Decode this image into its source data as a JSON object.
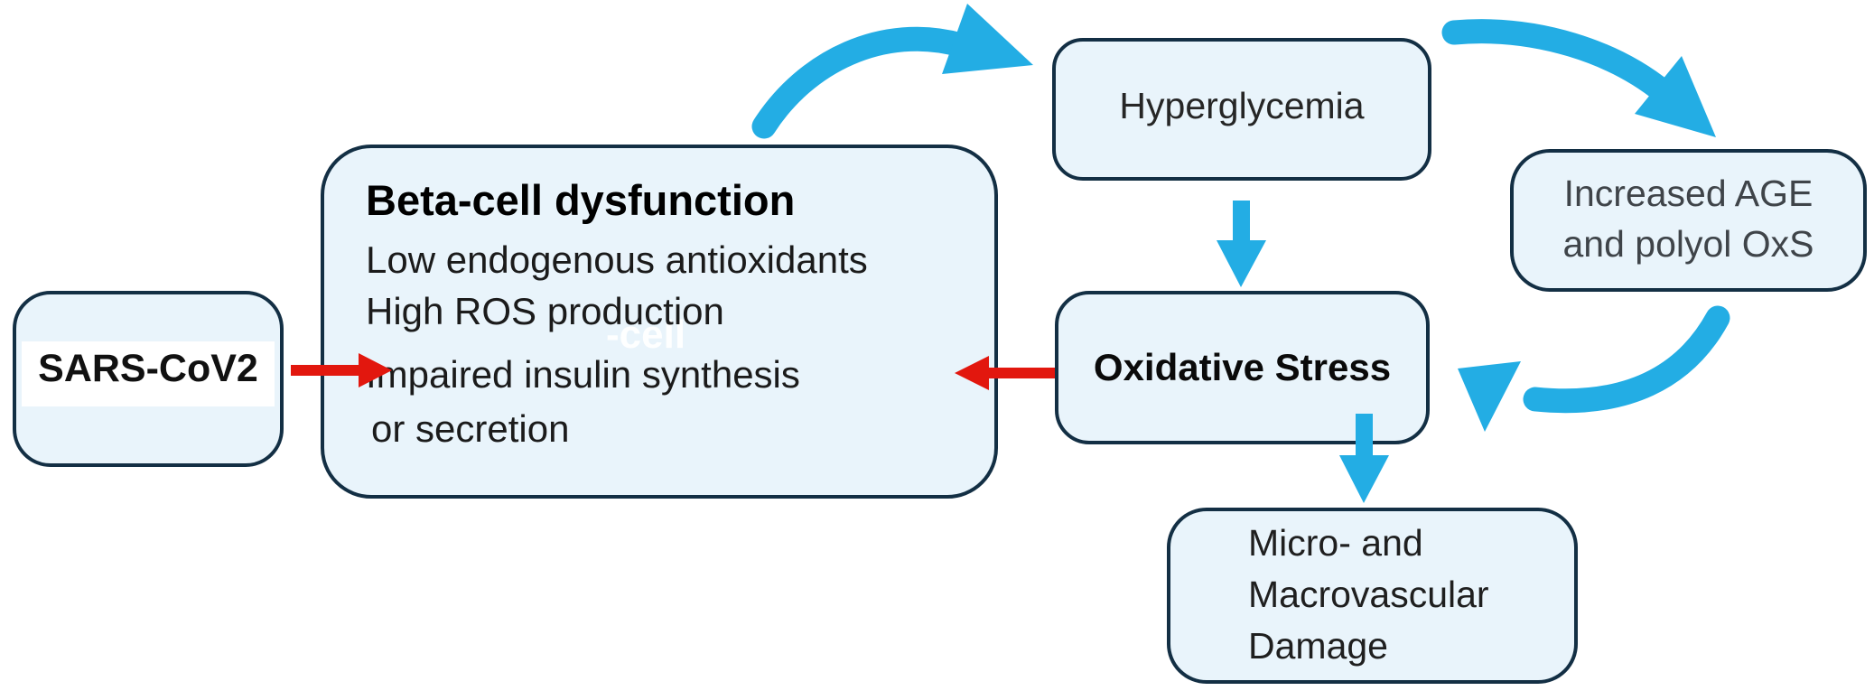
{
  "diagram": {
    "type": "flowchart",
    "topic": "SARS-CoV2, beta-cell dysfunction and oxidative stress pathway"
  },
  "colors": {
    "box_fill": "#e9f4fb",
    "box_border": "#132f44",
    "blue_arrow": "#23ade4",
    "red_arrow": "#e2170e"
  },
  "boxes": {
    "sars": {
      "label": "SARS-CoV2"
    },
    "beta": {
      "title": "Beta-cell dysfunction",
      "lines": [
        "Low endogenous antioxidants",
        "High ROS production",
        "Impaired insulin synthesis",
        "or secretion"
      ],
      "ghost_text": "-cell"
    },
    "hyperglycemia": {
      "label": "Hyperglycemia"
    },
    "oxidative": {
      "label": "Oxidative Stress"
    },
    "age": {
      "line1": "Increased AGE",
      "line2": "and polyol OxS"
    },
    "vascular": {
      "lines": [
        "Micro- and",
        "Macrovascular",
        "Damage"
      ]
    }
  },
  "arrows": [
    {
      "name": "beta-to-hyperglycemia",
      "style": "curved",
      "color": "#23ade4"
    },
    {
      "name": "hyperglycemia-to-age",
      "style": "curved",
      "color": "#23ade4"
    },
    {
      "name": "hyperglycemia-to-oxidative",
      "style": "straight-down",
      "color": "#23ade4"
    },
    {
      "name": "age-to-oxidative",
      "style": "curved",
      "color": "#23ade4"
    },
    {
      "name": "oxidative-to-vascular",
      "style": "straight-down",
      "color": "#23ade4"
    },
    {
      "name": "sars-to-beta",
      "style": "straight",
      "color": "#e2170e"
    },
    {
      "name": "oxidative-to-beta",
      "style": "straight",
      "color": "#e2170e"
    }
  ]
}
